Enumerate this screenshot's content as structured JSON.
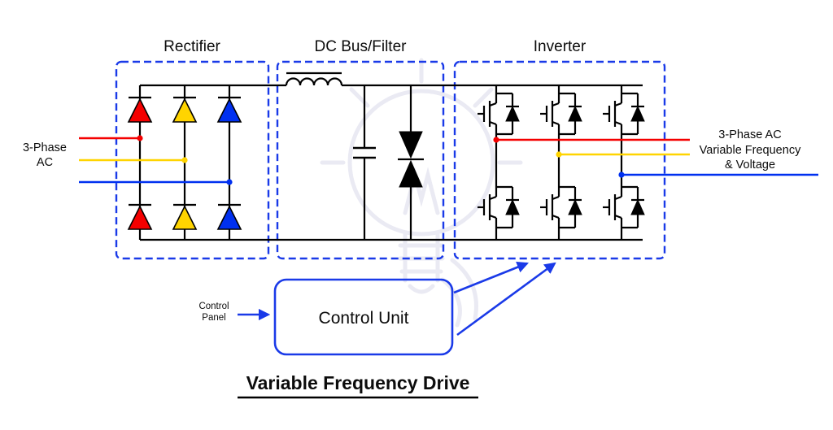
{
  "title": "Variable Frequency Drive",
  "sections": {
    "rectifier_label": "Rectifier",
    "dc_bus_label": "DC Bus/Filter",
    "inverter_label": "Inverter"
  },
  "input": {
    "line1": "3-Phase",
    "line2": "AC"
  },
  "output": {
    "line1": "3-Phase AC",
    "line2": "Variable Frequency",
    "line3": "& Voltage"
  },
  "control": {
    "panel_line1": "Control",
    "panel_line2": "Panel",
    "unit_label": "Control Unit"
  },
  "colors": {
    "phase_red": "#f40000",
    "phase_yellow": "#ffd400",
    "phase_blue": "#0030f0",
    "box_blue": "#1a3ae8",
    "wire_black": "#000000",
    "watermark_gray": "#eaeaf3"
  }
}
